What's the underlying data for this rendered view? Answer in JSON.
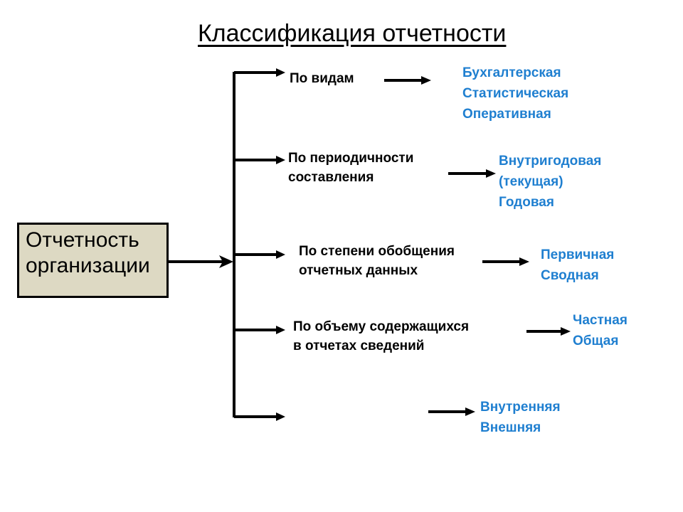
{
  "title": "Классификация отчетности",
  "root": {
    "lines": [
      "Отчетность",
      "организации"
    ]
  },
  "branches": [
    {
      "criterion": [
        "По видам"
      ],
      "results": [
        "Бухгалтерская",
        "Статистическая",
        "Оперативная"
      ]
    },
    {
      "criterion": [
        "По периодичности",
        "составления"
      ],
      "results": [
        "Внутригодовая",
        "(текущая)",
        "Годовая"
      ]
    },
    {
      "criterion": [
        "По степени обобщения",
        "отчетных данных"
      ],
      "results": [
        "Первичная",
        "Сводная"
      ]
    },
    {
      "criterion": [
        "По объему содержащихся",
        "в отчетах сведений"
      ],
      "results": [
        "Частная",
        "Общая"
      ]
    },
    {
      "criterion": [],
      "results": [
        "Внутренняя",
        "Внешняя"
      ]
    }
  ],
  "colors": {
    "line": "#000000",
    "result_text": "#1f7fd0",
    "root_fill": "#ddd9c3"
  }
}
